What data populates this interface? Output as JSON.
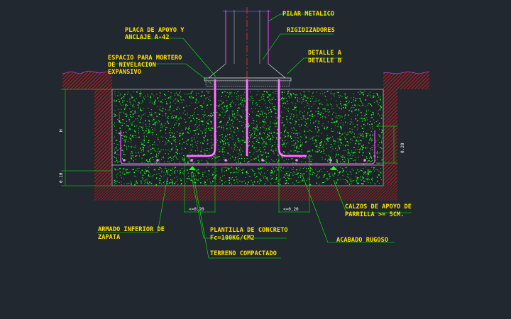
{
  "labels": {
    "pilar": "PILAR METALICO",
    "placa_1": "PLACA DE APOYO Y",
    "placa_2": "ANCLAJE A-42",
    "rigid": "RIGIDIZADORES",
    "espacio_1": "ESPACIO PARA MORTERO",
    "espacio_2": "DE NIVELACION",
    "espacio_3": "EXPANSIVO",
    "detalle_a": "DETALLE A",
    "detalle_b": "DETALLE B",
    "calzos_1": "CALZOS DE APOYO DE",
    "calzos_2": "PARRILLA >= 5CM.",
    "armado_1": "ARMADO INFERIOR DE",
    "armado_2": "ZAPATA",
    "plantilla_1": "PLANTILLA DE CONCRETO",
    "plantilla_2": "Fc=100KG/CM2",
    "terreno": "TERRENO COMPACTADO",
    "acabado": "ACABADO RUGOSO"
  },
  "dims": {
    "h": "H",
    "base": "0.10",
    "right": "0.20",
    "left_anchor": "<=0.20",
    "right_anchor": "<=0.20"
  },
  "colors": {
    "background": "#212830",
    "label": "#ffe000",
    "leader": "#00ff00",
    "concrete_speckle": "#22ff22",
    "rebar": "#ff40ff",
    "soil_hatch": "#c21818",
    "column": "#ff44ff",
    "dimension": "#ffffff"
  }
}
